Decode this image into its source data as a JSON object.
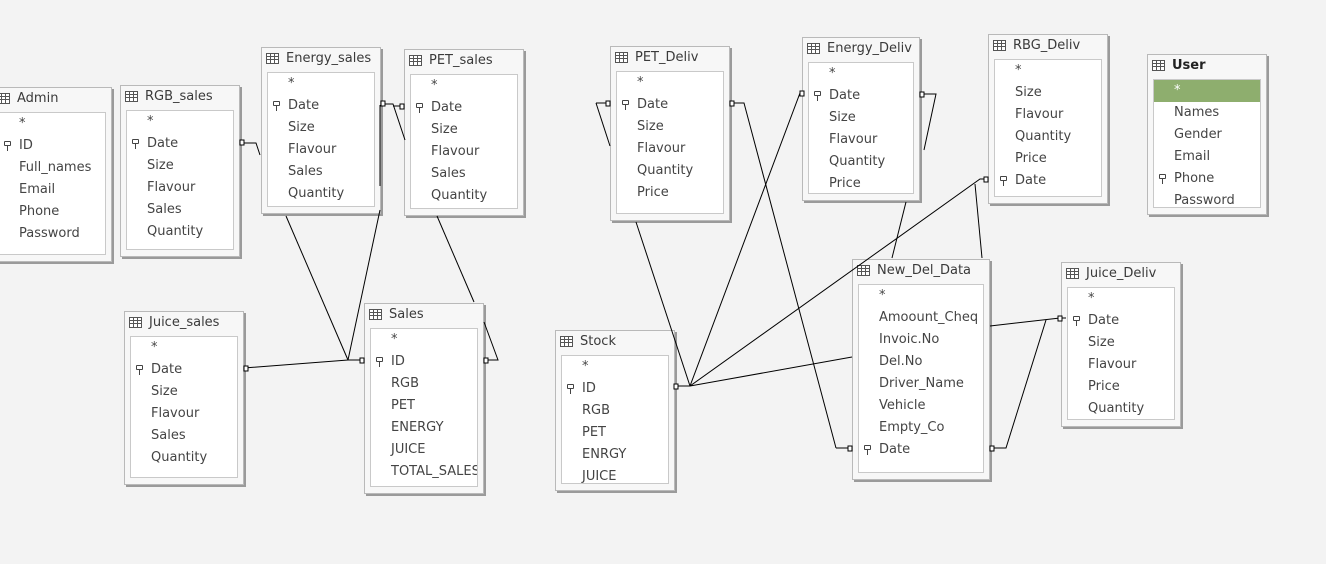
{
  "tables": [
    {
      "name": "Admin",
      "fields": [
        "*",
        "ID",
        "Full_names",
        "Email",
        "Phone",
        "Password"
      ],
      "key": 1
    },
    {
      "name": "RGB_sales",
      "fields": [
        "*",
        "Date",
        "Size",
        "Flavour",
        "Sales",
        "Quantity"
      ],
      "key": 1
    },
    {
      "name": "Energy_sales",
      "fields": [
        "*",
        "Date",
        "Size",
        "Flavour",
        "Sales",
        "Quantity"
      ],
      "key": 1
    },
    {
      "name": "PET_sales",
      "fields": [
        "*",
        "Date",
        "Size",
        "Flavour",
        "Sales",
        "Quantity"
      ],
      "key": 1
    },
    {
      "name": "PET_Deliv",
      "fields": [
        "*",
        "Date",
        "Size",
        "Flavour",
        "Quantity",
        "Price"
      ],
      "key": 1
    },
    {
      "name": "Energy_Deliv",
      "fields": [
        "*",
        "Date",
        "Size",
        "Flavour",
        "Quantity",
        "Price"
      ],
      "key": 1
    },
    {
      "name": "RBG_Deliv",
      "fields": [
        "*",
        "Size",
        "Flavour",
        "Quantity",
        "Price",
        "Date"
      ],
      "key": 5
    },
    {
      "name": "User",
      "fields": [
        "*",
        "Names",
        "Gender",
        "Email",
        "Phone",
        "Password"
      ],
      "key": 4,
      "selected": true,
      "highlight": 0
    },
    {
      "name": "Juice_sales",
      "fields": [
        "*",
        "Date",
        "Size",
        "Flavour",
        "Sales",
        "Quantity"
      ],
      "key": 1
    },
    {
      "name": "Sales",
      "fields": [
        "*",
        "ID",
        "RGB",
        "PET",
        "ENERGY",
        "JUICE",
        "TOTAL_SALES"
      ],
      "key": 1
    },
    {
      "name": "Stock",
      "fields": [
        "*",
        "ID",
        "RGB",
        "PET",
        "ENRGY",
        "JUICE"
      ],
      "key": 1
    },
    {
      "name": "New_Del_Data",
      "fields": [
        "*",
        "Amoount_Cheq",
        "Invoic.No",
        "Del.No",
        "Driver_Name",
        "Vehicle",
        "Empty_Co",
        "Date"
      ],
      "key": 7
    },
    {
      "name": "Juice_Deliv",
      "fields": [
        "*",
        "Date",
        "Size",
        "Flavour",
        "Price",
        "Quantity"
      ],
      "key": 1
    }
  ],
  "colors": {
    "canvas": "#f3f3f3",
    "selected_row": "#8eae6e",
    "line": "#000000"
  }
}
